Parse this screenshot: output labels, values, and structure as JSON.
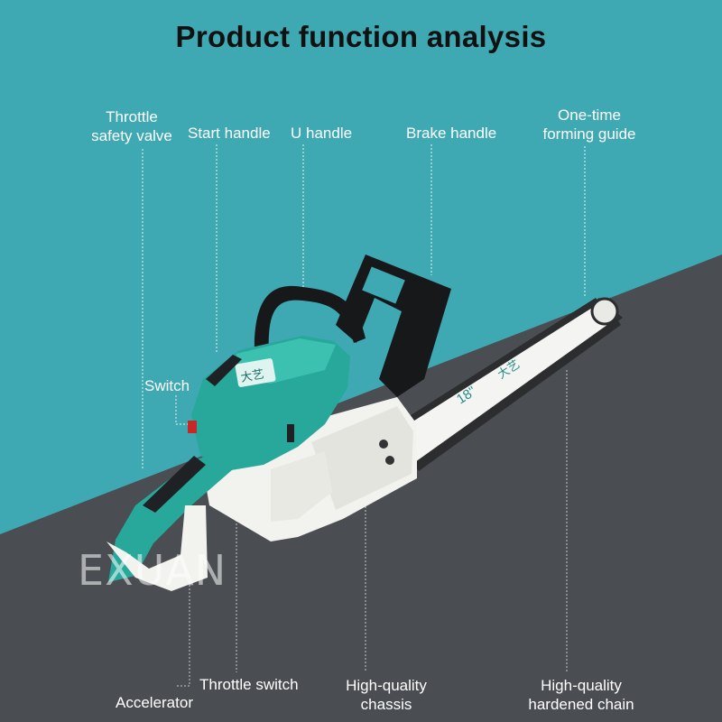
{
  "title": "Product function analysis",
  "watermark": "EXUAN",
  "colors": {
    "teal_background": "#3fa9b3",
    "dark_background": "#4a4d51",
    "body_teal": "#27a89a",
    "body_white": "#f2f2ee",
    "handle_black": "#16181a"
  },
  "labels": {
    "throttle_safety_valve": [
      "Throttle",
      "safety valve"
    ],
    "start_handle": "Start handle",
    "u_handle": "U handle",
    "brake_handle": "Brake handle",
    "one_time_forming_guide": [
      "One-time",
      "forming guide"
    ],
    "switch": "Switch",
    "throttle_switch": "Throttle switch",
    "accelerator": "Accelerator",
    "high_quality_chassis": [
      "High-quality",
      "chassis"
    ],
    "high_quality_hardened_chain": [
      "High-quality",
      "hardened chain"
    ]
  },
  "product_markings": {
    "bar_size": "18\"",
    "brand_chars": "大艺"
  }
}
